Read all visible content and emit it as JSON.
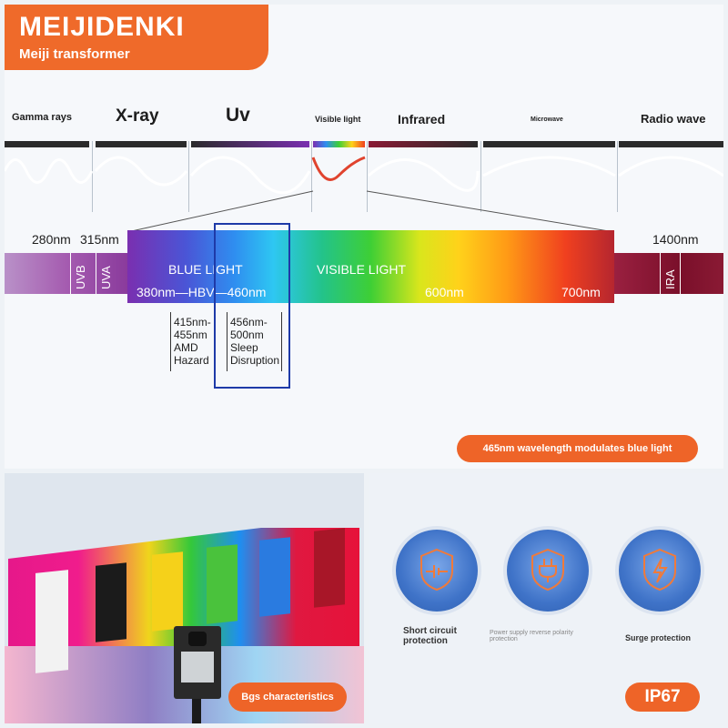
{
  "brand": {
    "name": "MEIJIDENKI",
    "subtitle": "Meiji transformer"
  },
  "bands": {
    "gamma": "Gamma rays",
    "xray": "X-ray",
    "uv": "Uv",
    "visible": "Visible light",
    "infrared": "Infrared",
    "microwave": "Microwave",
    "radio": "Radio wave"
  },
  "spectrum": {
    "nm_280": "280nm",
    "nm_315": "315nm",
    "nm_1400": "1400nm",
    "uvb": "UVB",
    "uva": "UVA",
    "ira": "IRA",
    "blue_light": "BLUE LIGHT",
    "visible_light": "VISIBLE LIGHT",
    "range_hbv": "380nm—HBV—460nm",
    "nm_600": "600nm",
    "nm_700": "700nm"
  },
  "notes": {
    "amd": [
      "415nm-",
      "455nm",
      "AMD",
      "Hazard"
    ],
    "sleep": [
      "456nm-",
      "500nm",
      "Sleep",
      "Disruption"
    ]
  },
  "callouts": {
    "modulate": "465nm wavelength modulates blue light",
    "bgs": "Bgs characteristics",
    "ip": "IP67"
  },
  "features": [
    {
      "label_line1": "Short circuit",
      "label_line2": "protection",
      "icon": "short-circuit-icon"
    },
    {
      "label_line1": "Power supply reverse polarity",
      "label_line2": "protection",
      "icon": "plug-icon"
    },
    {
      "label_line1": "Surge protection",
      "label_line2": "",
      "icon": "lightning-icon"
    }
  ],
  "colors": {
    "accent": "#ee6428",
    "frame_blue": "#1e3aa8",
    "badge_blue": "#3f73c8"
  }
}
